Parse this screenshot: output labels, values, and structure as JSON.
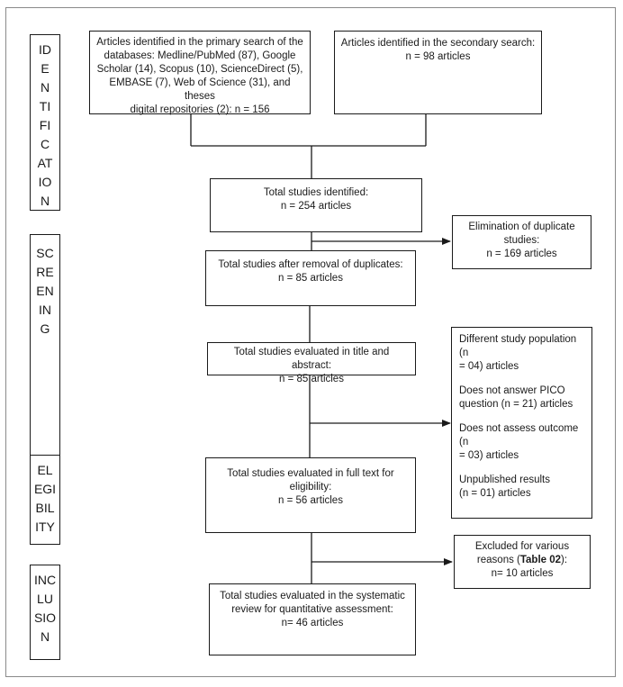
{
  "stages": [
    {
      "id": "identification",
      "lines": [
        "ID",
        "E",
        "N",
        "TI",
        "FI",
        "C",
        "AT",
        "IO",
        "N"
      ]
    },
    {
      "id": "screening",
      "lines": [
        "SC",
        "RE",
        "EN",
        "IN",
        "G"
      ]
    },
    {
      "id": "eligibility",
      "lines": [
        "EL",
        "EGI",
        "BIL",
        "ITY"
      ]
    },
    {
      "id": "inclusion",
      "lines": [
        "INC",
        "LU",
        "SIO",
        "N"
      ]
    }
  ],
  "boxes": {
    "primary_search": {
      "lines": [
        "Articles identified in the primary search of the",
        "databases: Medline/PubMed (87), Google",
        "Scholar (14), Scopus (10), ScienceDirect (5),",
        "EMBASE (7), Web of Science (31), and theses",
        "digital repositories (2): n = 156"
      ]
    },
    "secondary_search": {
      "lines": [
        "Articles identified in the secondary search:",
        "n = 98 articles"
      ]
    },
    "total_identified": {
      "lines": [
        "Total studies identified:",
        "n = 254 articles"
      ]
    },
    "duplicates_removed": {
      "lines": [
        "Elimination of duplicate",
        "studies:",
        "n = 169 articles"
      ]
    },
    "after_duplicates": {
      "lines": [
        "Total studies after removal of duplicates:",
        "n = 85 articles"
      ]
    },
    "title_abstract": {
      "lines": [
        "Total studies evaluated in title and abstract:",
        "n = 85 articles"
      ]
    },
    "full_text": {
      "lines": [
        "Total studies evaluated in full text for",
        "eligibility:",
        "n = 56 articles"
      ]
    },
    "excluded_various": {
      "line1": "Excluded for various",
      "line2_pre": "reasons (",
      "line2_bold": "Table 02",
      "line2_post": "):",
      "line3": "n= 10 articles"
    },
    "included": {
      "lines": [
        "Total studies evaluated in the systematic",
        "review for quantitative assessment:",
        "n= 46 articles"
      ]
    }
  },
  "exclusions": [
    {
      "lines": [
        "Different study population (n",
        "= 04) articles"
      ]
    },
    {
      "lines": [
        "Does not answer PICO",
        "question (n = 21) articles"
      ]
    },
    {
      "lines": [
        "Does not assess outcome (n",
        "= 03) articles"
      ]
    },
    {
      "lines": [
        "Unpublished results",
        "(n = 01) articles"
      ]
    }
  ]
}
